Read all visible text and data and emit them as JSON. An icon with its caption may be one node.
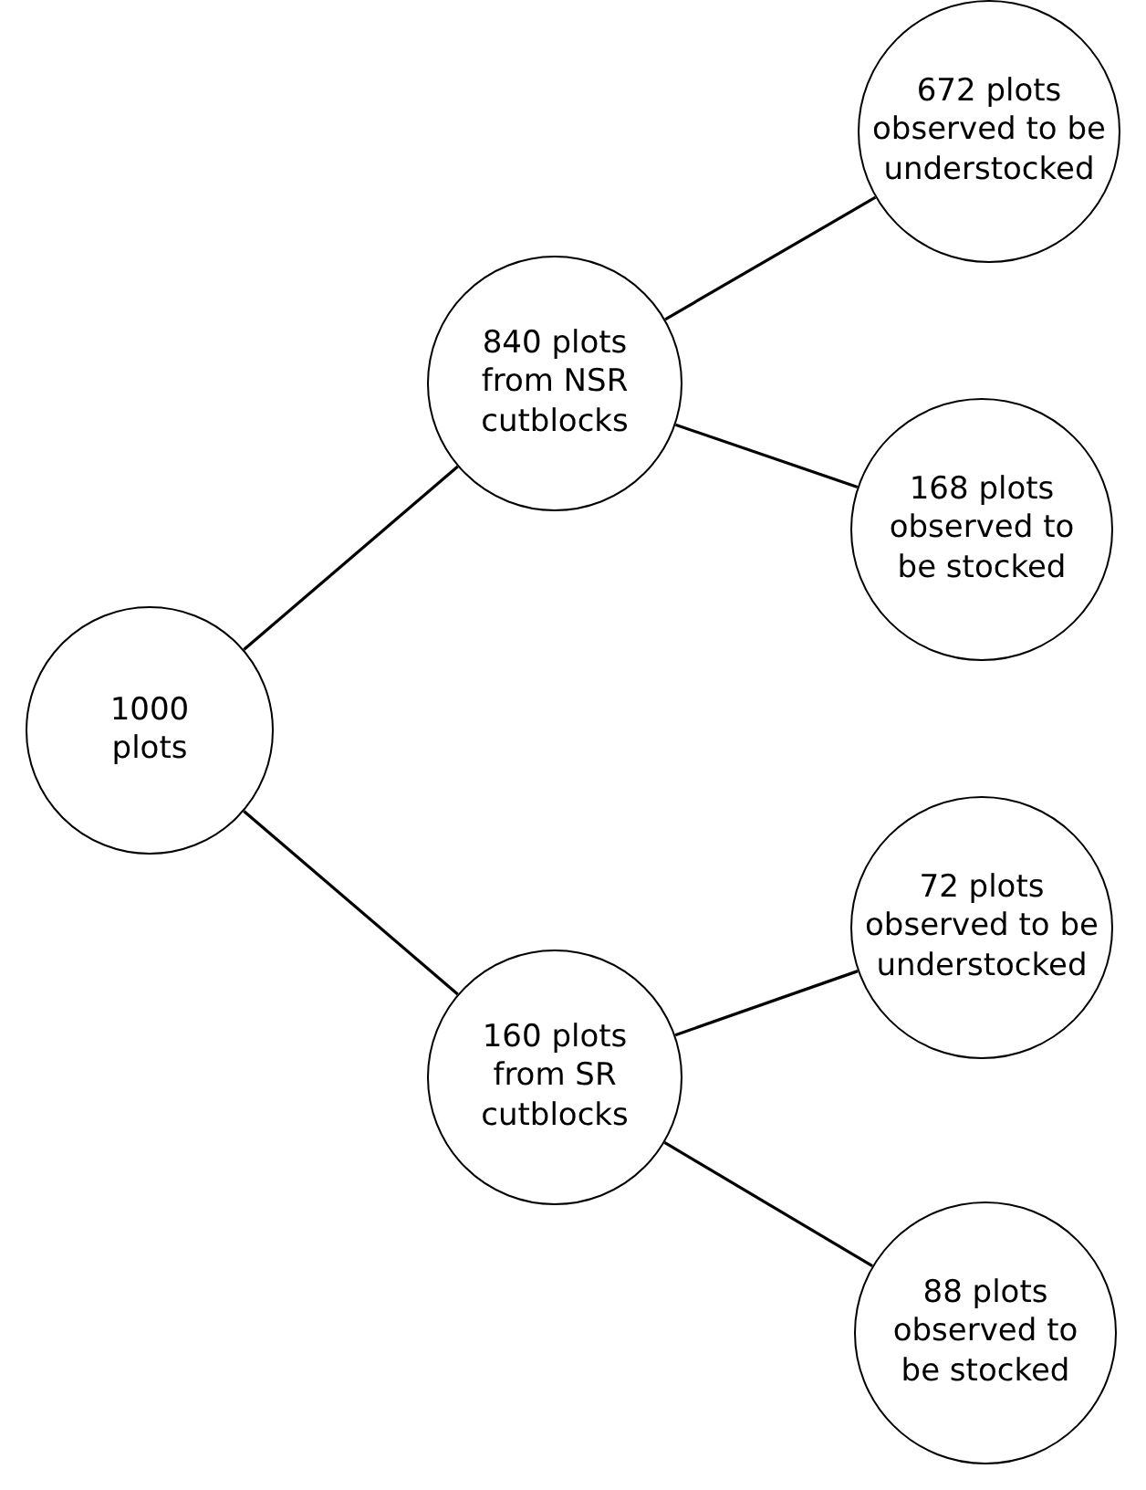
{
  "diagram": {
    "nodes": [
      {
        "text": [
          "1000 plots"
        ]
      },
      {
        "text": [
          "840 plots from NSR cutblocks"
        ]
      },
      {
        "text": [
          "672 plots observed to be understocked"
        ]
      },
      {
        "text": [
          "168 plots observed to be stocked"
        ]
      },
      {
        "text": [
          "160 plots from SR cutblocks"
        ]
      },
      {
        "text": [
          "72 plots observed to be understocked"
        ]
      },
      {
        "text": [
          "88 plots observed to be stocked"
        ]
      }
    ],
    "edges": [
      {
        "from": 0,
        "to": 1,
        "arrow": "none"
      },
      {
        "from": 1,
        "to": 2,
        "arrow": "none"
      },
      {
        "from": 1,
        "to": 3,
        "arrow": "none"
      },
      {
        "from": 0,
        "to": 4,
        "arrow": "none"
      },
      {
        "from": 4,
        "to": 5,
        "arrow": "none"
      },
      {
        "from": 4,
        "to": 6,
        "arrow": "none"
      }
    ]
  }
}
